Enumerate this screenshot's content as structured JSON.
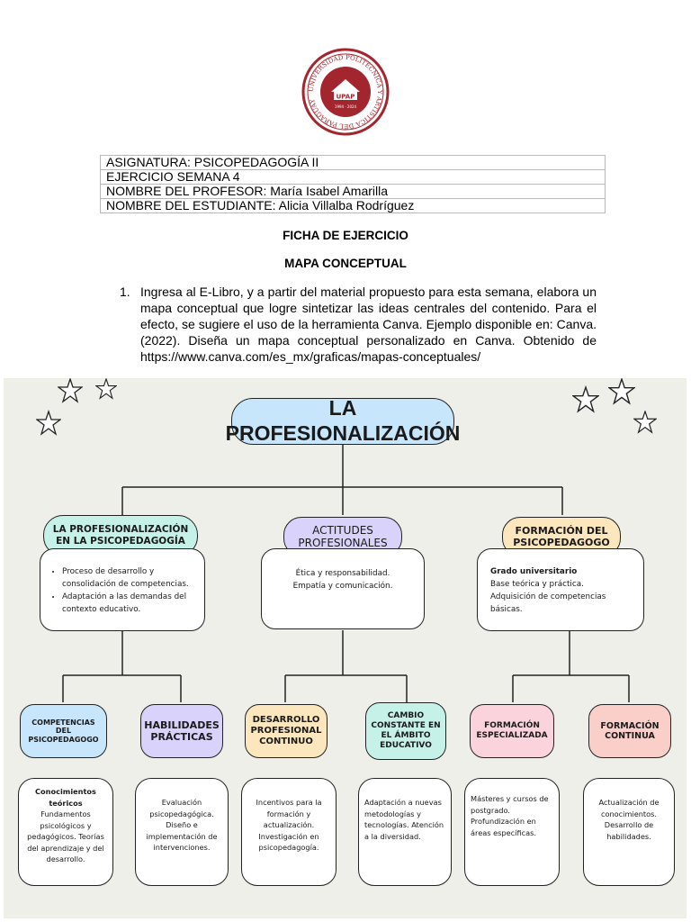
{
  "logo": {
    "ring_text": "UNIVERSIDAD POLITÉCNICA Y ARTÍSTICA DEL PARAGUAY",
    "abbr": "UPAP",
    "year": "1994 · 2024",
    "color": "#a3262f"
  },
  "info": {
    "rows": [
      "ASIGNATURA: PSICOPEDAGOGÍA II",
      "EJERCICIO SEMANA 4",
      "NOMBRE DEL PROFESOR:  María Isabel Amarilla",
      "NOMBRE DEL ESTUDIANTE: Alicia Villalba Rodríguez"
    ]
  },
  "headings": {
    "ficha": "FICHA DE EJERCICIO",
    "mapa": "MAPA CONCEPTUAL"
  },
  "instruction": {
    "number": "1.",
    "text": "Ingresa al E-Libro, y a partir del material propuesto para esta semana, elabora un mapa conceptual que logre sintetizar las ideas centrales del contenido. Para el efecto, se sugiere el uso de la herramienta Canva. Ejemplo disponible en: Canva. (2022). Diseña un mapa conceptual personalizado en Canva. Obtenido de https://www.canva.com/es_mx/graficas/mapas-conceptuales/"
  },
  "map": {
    "background": "#efefe9",
    "title": "LA PROFESIONALIZACIÓN",
    "title_color": "#c8e6fb",
    "branches": {
      "left": {
        "label": "LA PROFESIONALIZACIÓN EN LA PSICOPEDAGOGÍA",
        "color": "#c6f1e9",
        "bullets": [
          "Proceso de desarrollo y consolidación de competencias.",
          "Adaptación a las demandas del contexto educativo."
        ]
      },
      "middle": {
        "label": "ACTITUDES PROFESIONALES",
        "color": "#d9d2fb",
        "lines": [
          "Ética y responsabilidad.",
          "Empatía y comunicación."
        ]
      },
      "right": {
        "label": "FORMACIÓN DEL PSICOPEDAGOGO",
        "color": "#fbe6bd",
        "heading": "Grado universitario",
        "lines": [
          "Base teórica y práctica.",
          "Adquisición de competencias básicas."
        ]
      }
    },
    "leaves": [
      {
        "label": "COMPETENCIAS DEL PSICOPEDAGOGO",
        "color": "#c8e6fb",
        "heading": "Conocimientos teóricos",
        "text": "Fundamentos psicológicos y pedagógicos. Teorías del aprendizaje y del desarrollo."
      },
      {
        "label": "HABILIDADES PRÁCTICAS",
        "color": "#d9d2fb",
        "text": "Evaluación psicopedagógica. Diseño e implementación de intervenciones."
      },
      {
        "label": "DESARROLLO PROFESIONAL CONTINUO",
        "color": "#fbe6bd",
        "text": "Incentivos para la formación y actualización. Investigación en psicopedagogía."
      },
      {
        "label": "CAMBIO CONSTANTE EN EL ÁMBITO EDUCATIVO",
        "color": "#c6f1e9",
        "text": "Adaptación a nuevas metodologías y tecnologías. Atención a la diversidad."
      },
      {
        "label": "FORMACIÓN ESPECIALIZADA",
        "color": "#fbd3dc",
        "text": "Másteres y cursos de postgrado. Profundización en áreas específicas."
      },
      {
        "label": "FORMACIÓN CONTINUA",
        "color": "#fbcfc9",
        "text": "Actualización de conocimientos. Desarrollo de habilidades."
      }
    ]
  }
}
